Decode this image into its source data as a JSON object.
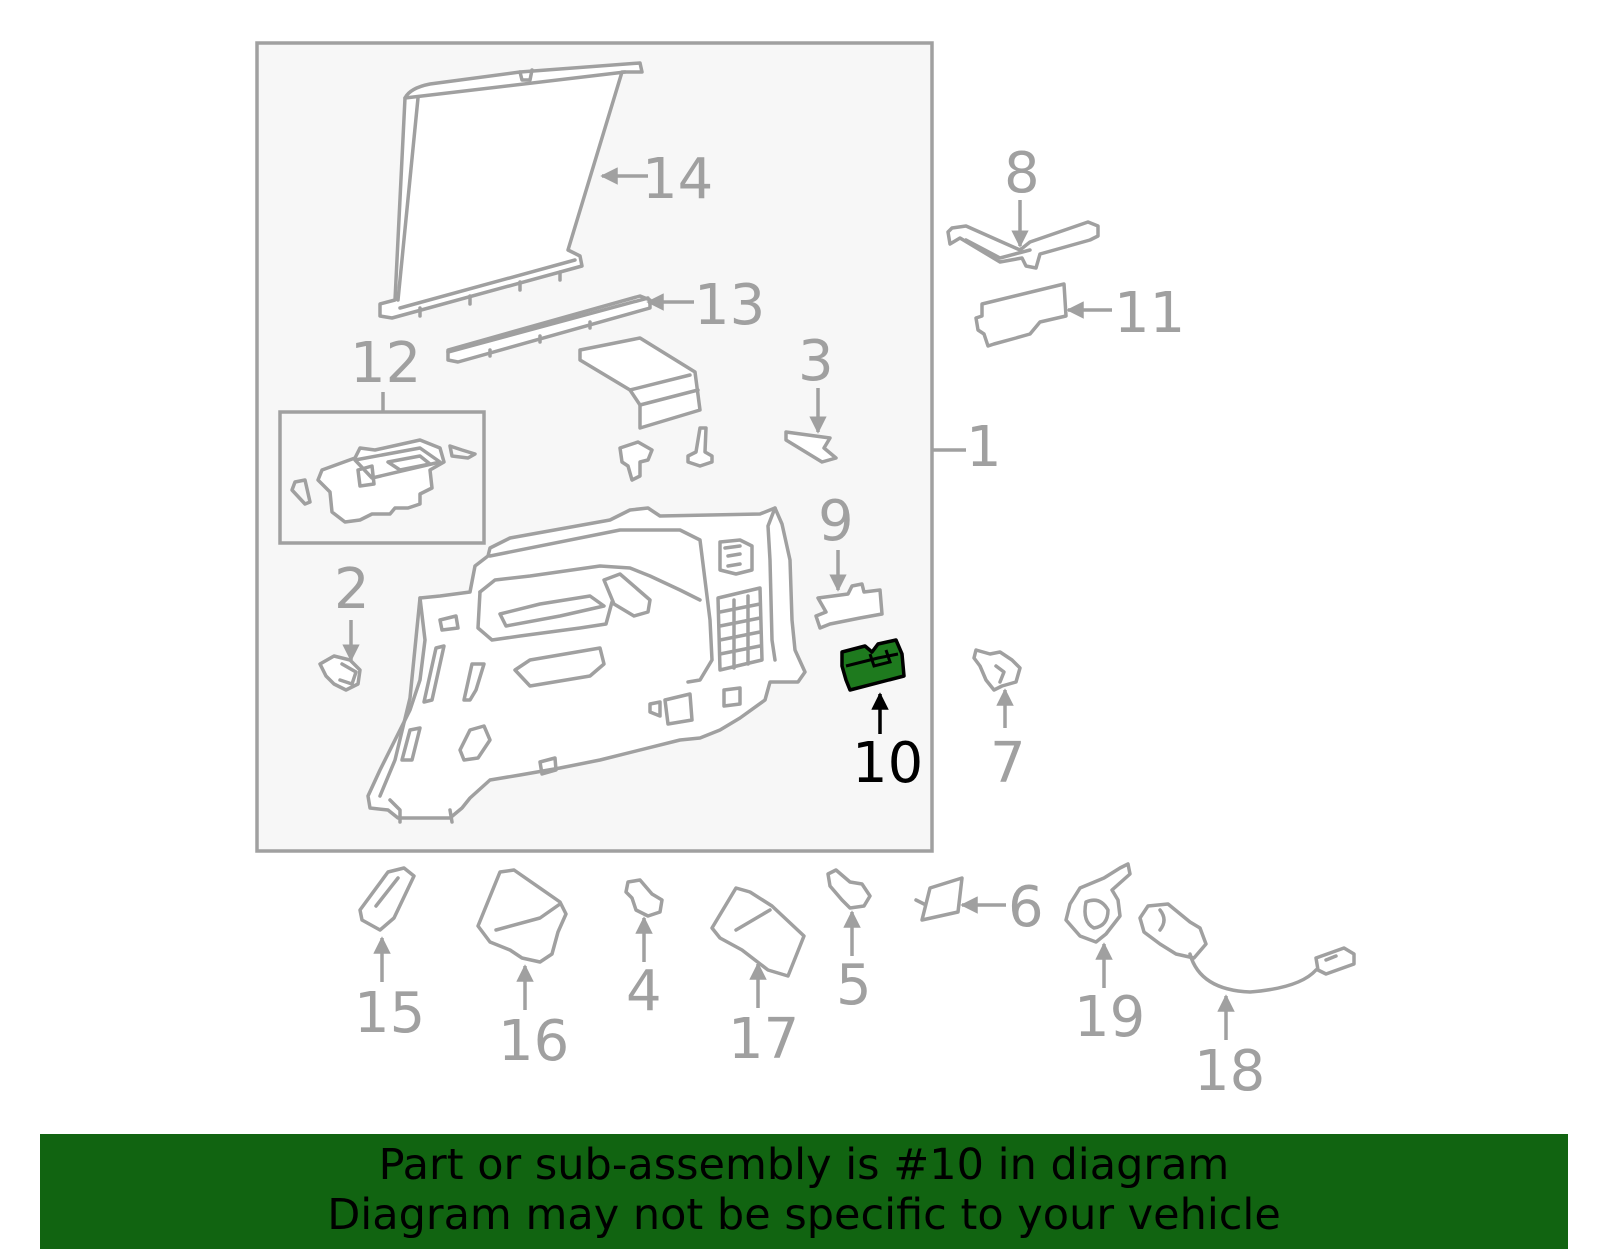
{
  "colors": {
    "line_gray": "#a0a0a0",
    "box_fill": "#f7f7f7",
    "highlight_part": "#1e7a1e",
    "banner": "#116411",
    "highlight_text": "#000000"
  },
  "callouts": {
    "c1": "1",
    "c2": "2",
    "c3": "3",
    "c4": "4",
    "c5": "5",
    "c6": "6",
    "c7": "7",
    "c8": "8",
    "c9": "9",
    "c10": "10",
    "c11": "11",
    "c12": "12",
    "c13": "13",
    "c14": "14",
    "c15": "15",
    "c16": "16",
    "c17": "17",
    "c18": "18",
    "c19": "19"
  },
  "highlighted_part": "10",
  "banner": {
    "line1": "Part or sub-assembly is #10 in diagram",
    "line2": "Diagram may not be specific to your vehicle"
  }
}
